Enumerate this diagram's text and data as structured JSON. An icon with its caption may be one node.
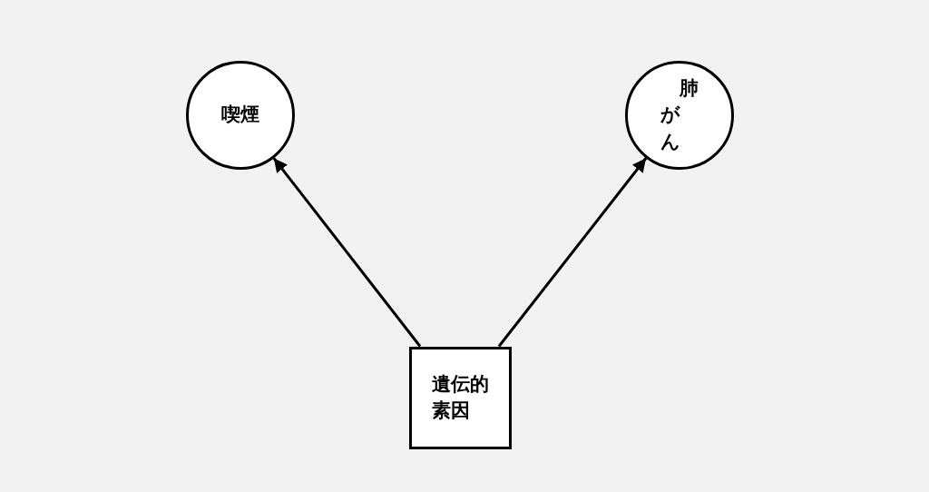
{
  "diagram": {
    "nodes": [
      {
        "text": [
          "喫煙"
        ]
      },
      {
        "text": [
          "肺がん"
        ]
      },
      {
        "text": [
          "遺伝的素因"
        ]
      }
    ],
    "edges": [
      {
        "from": 2,
        "to": 0,
        "arrow": "to"
      },
      {
        "from": 2,
        "to": 1,
        "arrow": "to"
      }
    ]
  }
}
